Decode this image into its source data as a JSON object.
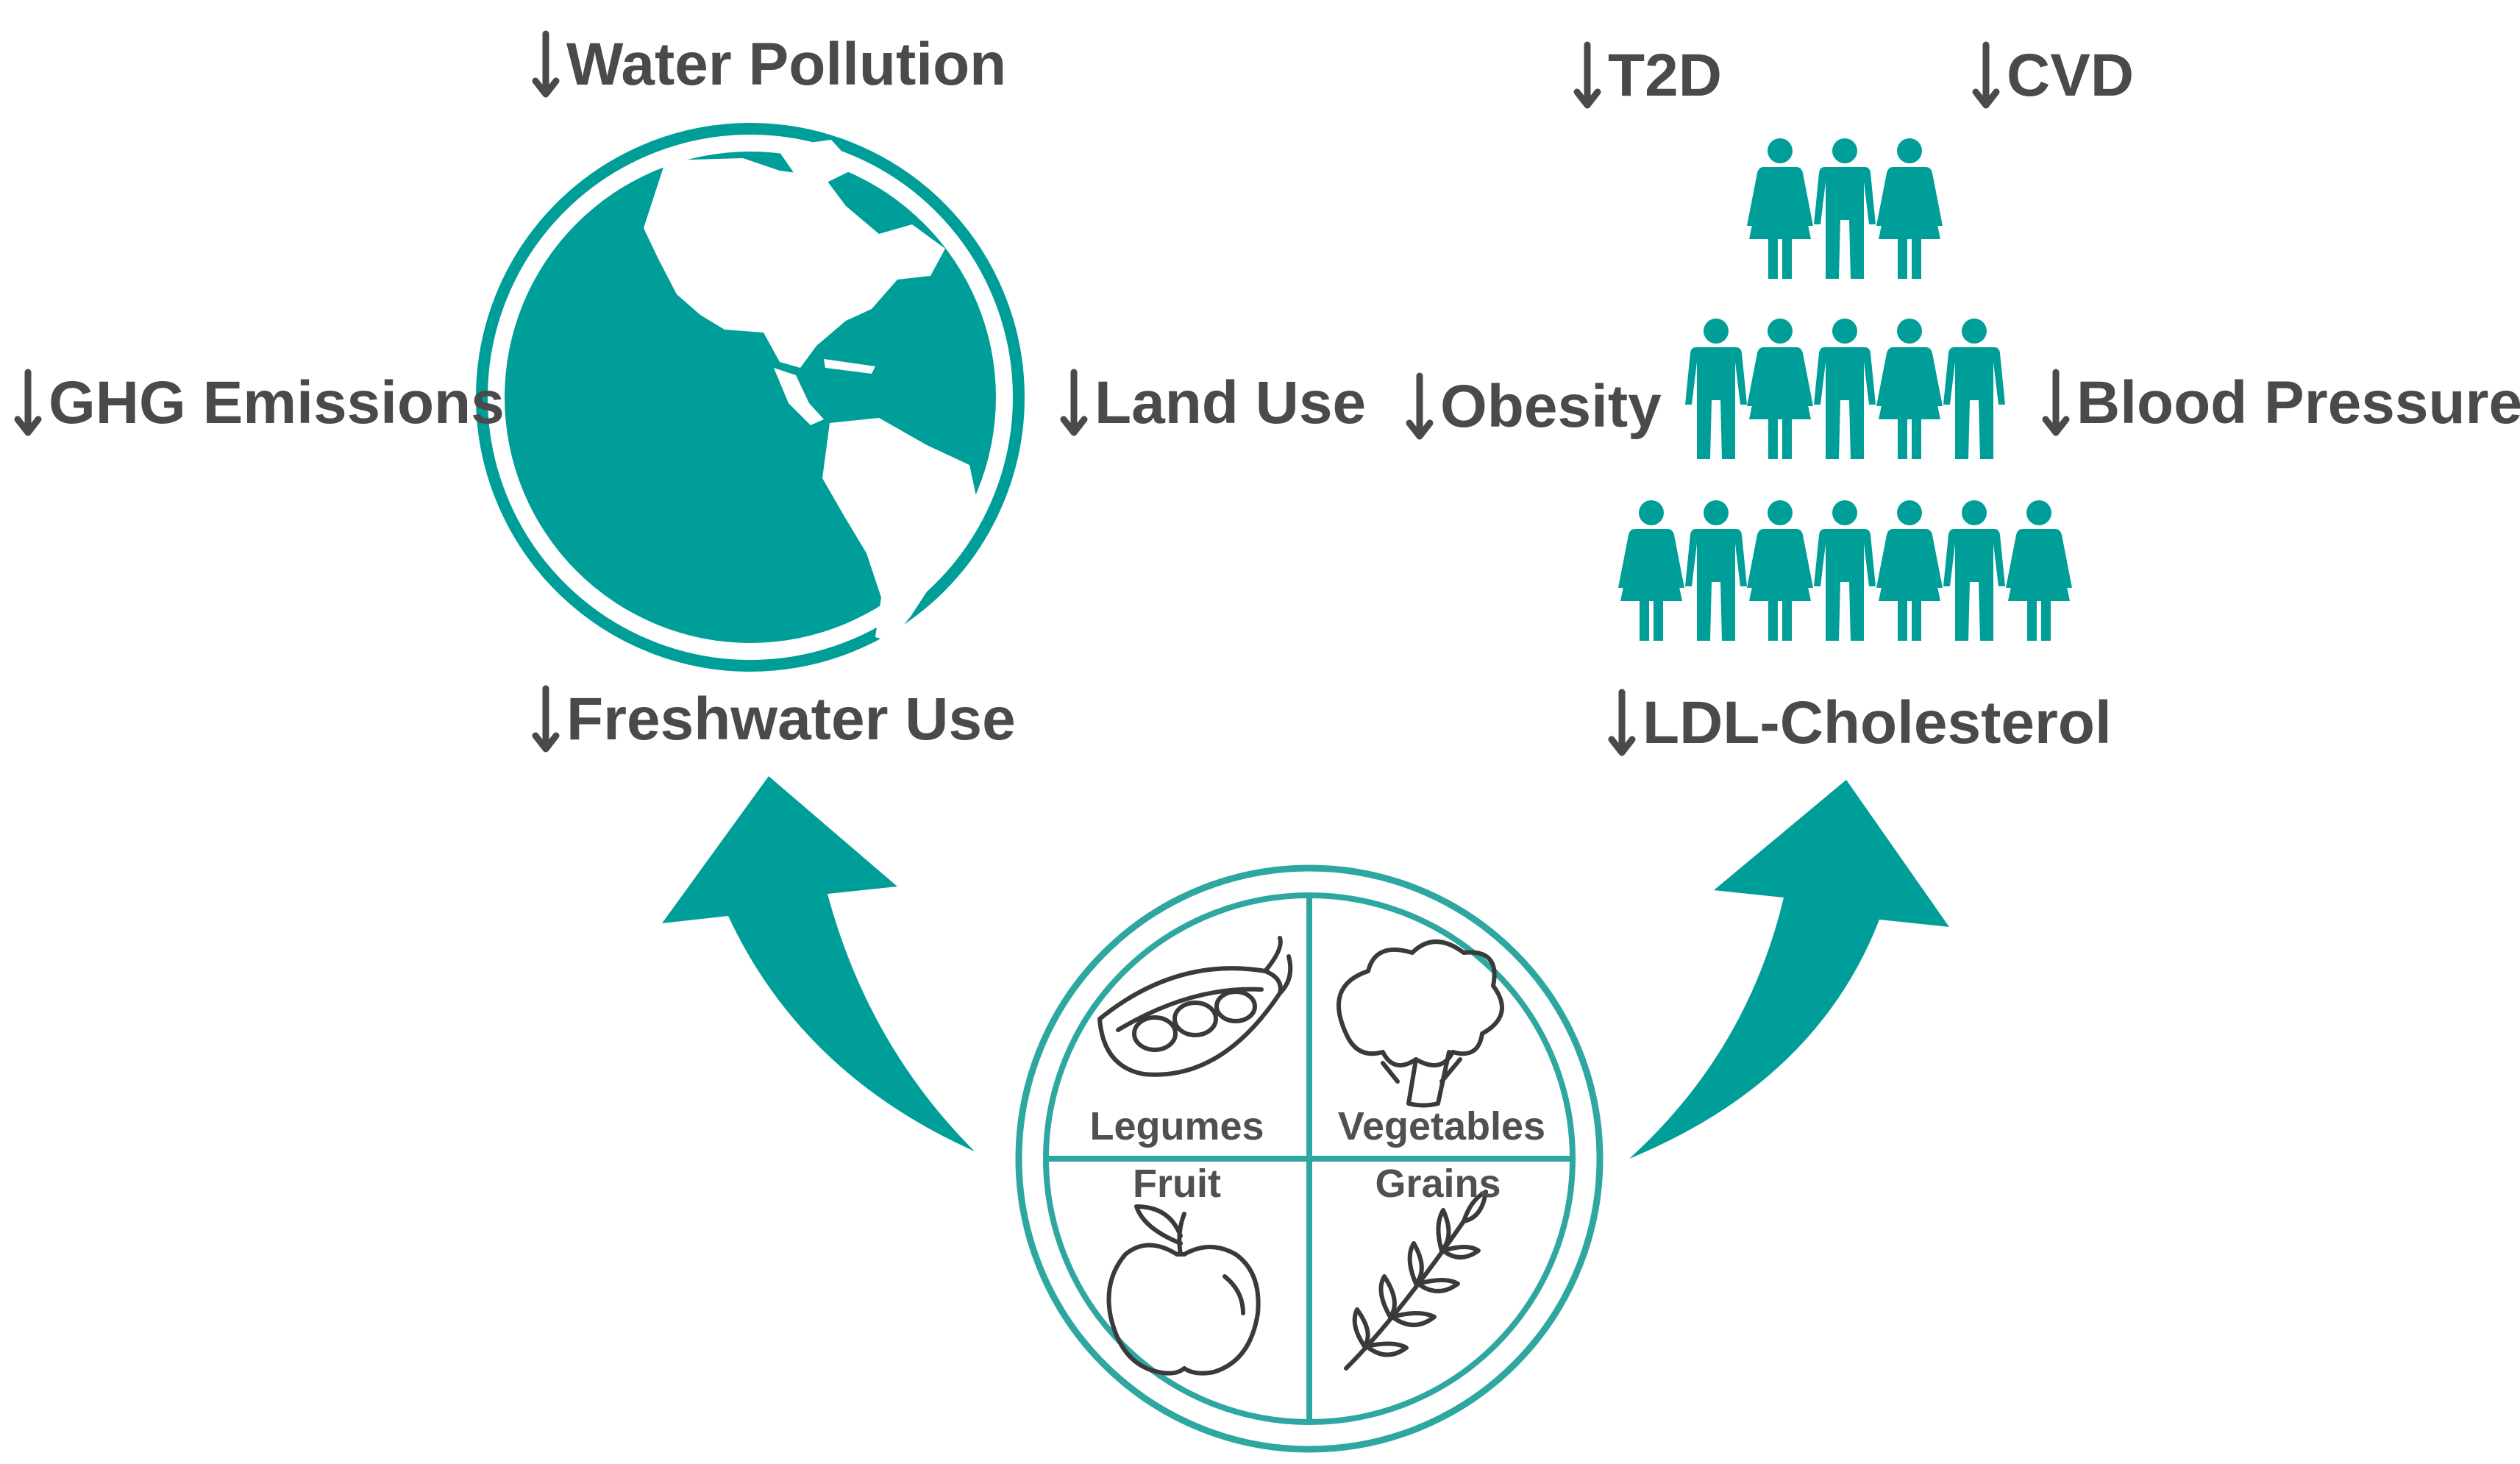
{
  "colors": {
    "teal": "#009e99",
    "text": "#4a4a4a",
    "white": "#ffffff"
  },
  "environment": {
    "labels": {
      "water_pollution": "Water Pollution",
      "ghg_emissions": "GHG Emissions",
      "land_use": "Land Use",
      "freshwater_use": "Freshwater Use"
    },
    "icon": "globe-icon"
  },
  "health": {
    "labels": {
      "t2d": "T2D",
      "cvd": "CVD",
      "obesity": "Obesity",
      "blood_pressure": "Blood Pressure",
      "ldl": "LDL-Cholesterol"
    },
    "icon": "population-pyramid-icon"
  },
  "plate": {
    "quadrants": {
      "legumes": "Legumes",
      "vegetables": "Vegetables",
      "fruit": "Fruit",
      "grains": "Grains"
    },
    "icons": [
      "pea-pod-icon",
      "broccoli-icon",
      "apple-icon",
      "wheat-icon"
    ]
  }
}
